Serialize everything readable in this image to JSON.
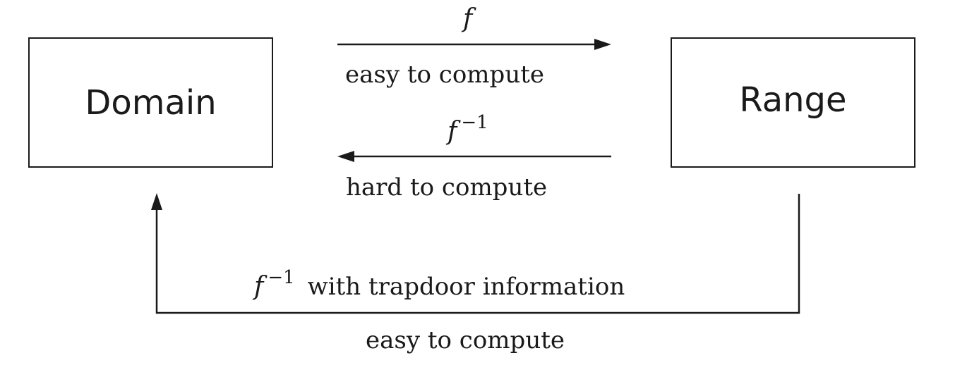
{
  "diagram": {
    "nodes": {
      "domain": "Domain",
      "range": "Range"
    },
    "edges": {
      "forward": {
        "symbol": "f",
        "label": "easy to compute"
      },
      "inverse": {
        "symbol": "f",
        "superscript": "−1",
        "label": "hard to compute"
      },
      "trapdoor": {
        "symbol": "f",
        "superscript": "−1",
        "description": "with trapdoor information",
        "label": "easy to compute"
      }
    }
  }
}
